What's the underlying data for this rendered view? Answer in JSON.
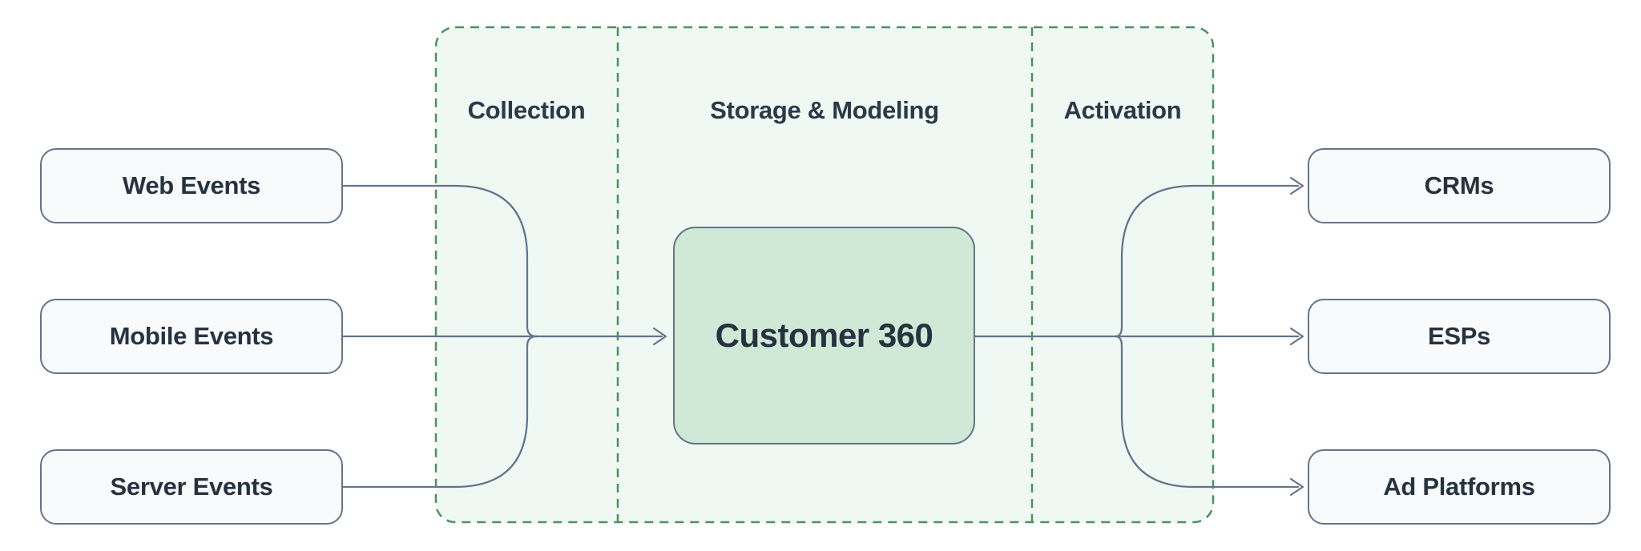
{
  "pipeline": {
    "sections": [
      {
        "label": "Collection"
      },
      {
        "label": "Storage & Modeling"
      },
      {
        "label": "Activation"
      }
    ],
    "sources": [
      {
        "label": "Web Events"
      },
      {
        "label": "Mobile Events"
      },
      {
        "label": "Server Events"
      }
    ],
    "hub": {
      "label": "Customer 360"
    },
    "destinations": [
      {
        "label": "CRMs"
      },
      {
        "label": "ESPs"
      },
      {
        "label": "Ad Platforms"
      }
    ],
    "colors": {
      "page_background": "#ffffff",
      "stage_container_fill": "#eff8f2",
      "stage_container_border": "#4f9063",
      "node_fill": "#f8fafc",
      "node_border": "#64748b",
      "hub_fill": "#d0e9d6",
      "connector": "#64748b",
      "text": "#26323f"
    }
  }
}
